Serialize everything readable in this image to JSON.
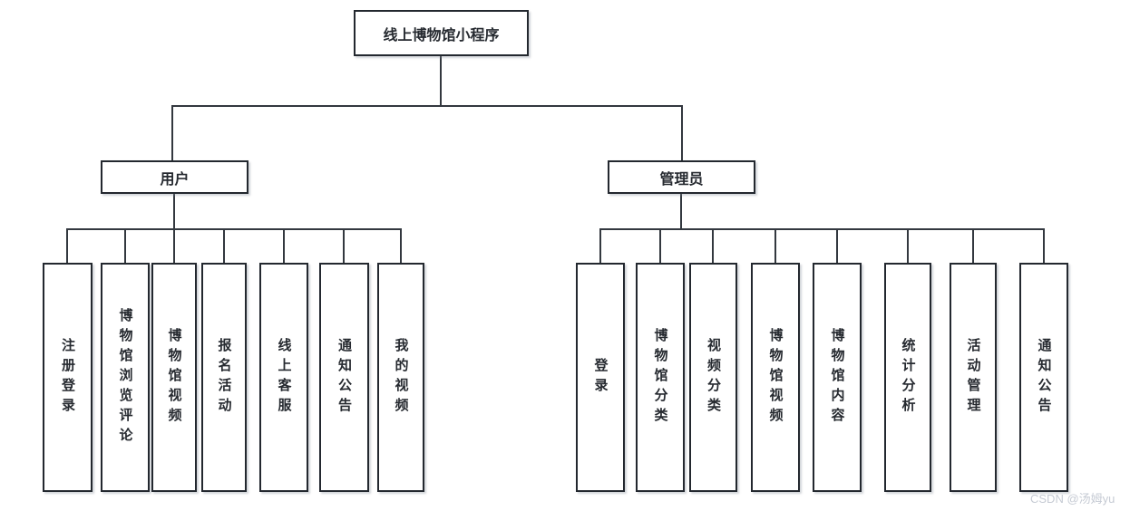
{
  "diagram": {
    "title": "线上博物馆小程序",
    "branches": [
      {
        "label": "用户",
        "children": [
          "注册登录",
          "博物馆浏览评论",
          "博物馆视频",
          "报名活动",
          "线上客服",
          "通知公告",
          "我的视频"
        ]
      },
      {
        "label": "管理员",
        "children": [
          "登录",
          "博物馆分类",
          "视频分类",
          "博物馆视频",
          "博物馆内容",
          "统计分析",
          "活动管理",
          "通知公告"
        ]
      }
    ]
  },
  "watermark": "CSDN @汤姆yu",
  "colors": {
    "node_border": "#23282f",
    "connector_line": "#33383f",
    "text": "#262a30",
    "watermark": "#c6cbd4",
    "background": "#ffffff"
  }
}
